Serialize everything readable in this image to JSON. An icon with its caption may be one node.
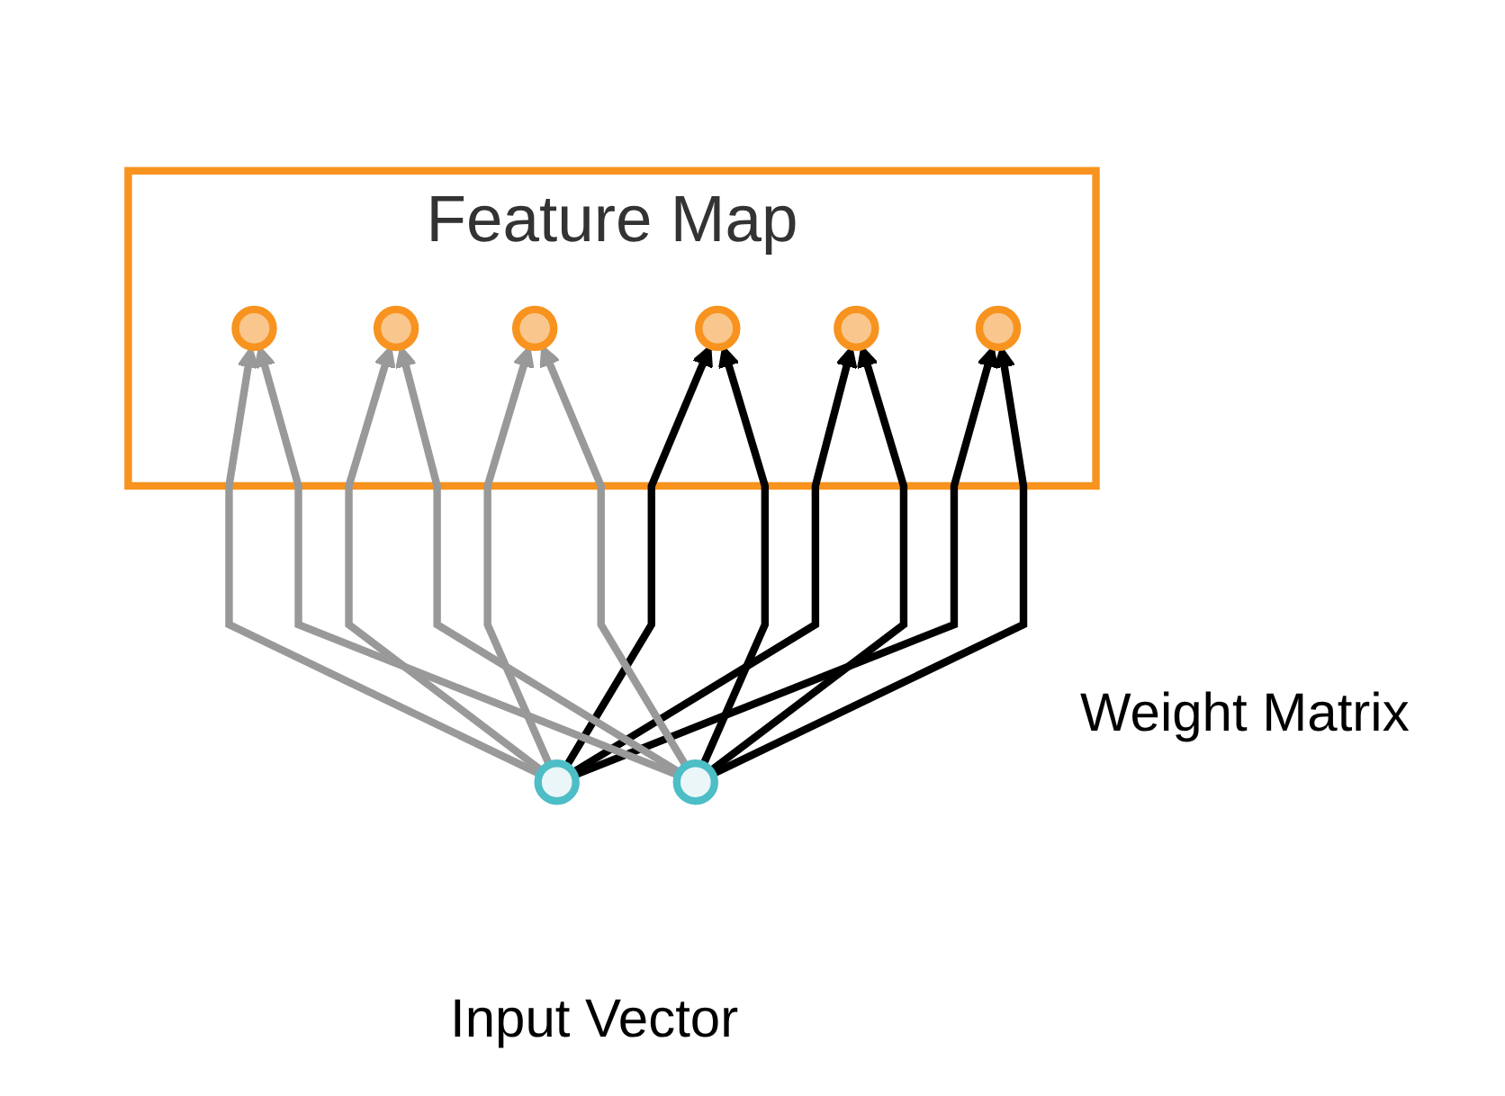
{
  "diagram": {
    "nodes": [
      {
        "text": [
          "Feature Map"
        ]
      },
      {
        "text": [],
        "shape": "circle",
        "in": 0
      },
      {
        "text": [],
        "shape": "circle",
        "in": 0
      },
      {
        "text": [],
        "shape": "circle",
        "in": 0
      },
      {
        "text": [],
        "shape": "circle",
        "in": 0
      },
      {
        "text": [],
        "shape": "circle",
        "in": 0
      },
      {
        "text": [],
        "shape": "circle",
        "in": 0
      },
      {
        "text": [],
        "shape": "circle"
      },
      {
        "text": [],
        "shape": "circle"
      }
    ],
    "edges": [
      {
        "from": 7,
        "to": 4,
        "arrow": "to"
      },
      {
        "from": 7,
        "to": 5,
        "arrow": "to"
      },
      {
        "from": 7,
        "to": 6,
        "arrow": "to"
      },
      {
        "from": 7,
        "to": 1,
        "arrow": "to",
        "color": "#999999"
      },
      {
        "from": 7,
        "to": 2,
        "arrow": "to",
        "color": "#999999"
      },
      {
        "from": 7,
        "to": 3,
        "arrow": "to",
        "color": "#999999"
      },
      {
        "from": 8,
        "to": 4,
        "arrow": "to"
      },
      {
        "from": 8,
        "to": 5,
        "arrow": "to"
      },
      {
        "from": 8,
        "to": 6,
        "arrow": "to"
      },
      {
        "from": 8,
        "to": 1,
        "arrow": "to",
        "color": "#999999"
      },
      {
        "from": 8,
        "to": 2,
        "arrow": "to",
        "color": "#999999"
      },
      {
        "from": 8,
        "to": 3,
        "arrow": "to",
        "color": "#999999"
      }
    ],
    "labels": [
      "Weight Matrix",
      "Input Vector"
    ]
  }
}
